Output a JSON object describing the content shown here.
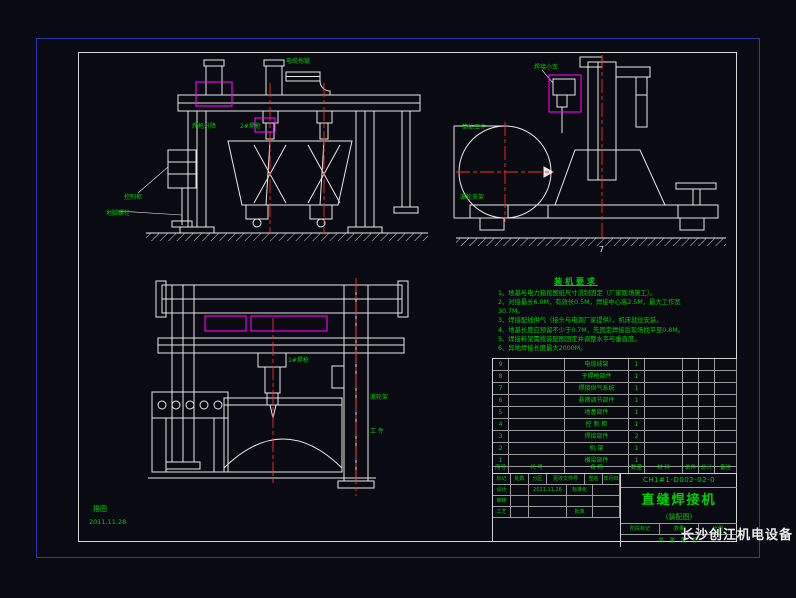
{
  "colors": {
    "background": "#0a0a12",
    "line_white": "#e8e8e8",
    "cad_green": "#00cf00",
    "center_red": "#ff2a2a",
    "highlight_magenta": "#ff00ff",
    "border_blue": "#3434b0"
  },
  "notes": {
    "title": "装机要求",
    "items": [
      "1、地基与电力箱按图纸尺寸浇制固定（厂家现场施工）。",
      "2、对接最长6.0M，有效长0.5M，焊接中心高2.5M，最大工作宽30.7M。",
      "3、焊接配线供气（接头与电源厂家提供），机床就位安装。",
      "4、地基长度应预留不少于0.7M，先固定焊接后现场找平至0.8M。",
      "5、焊接料架需按装配图固定并调整水平与垂直度。",
      "6、异地焊接长度最大2000M。"
    ]
  },
  "views": {
    "front": {
      "labels": {
        "l1": "焊枪升降",
        "l2": "2#焊枪",
        "l3": "电缆拖链",
        "l4": "控制柜",
        "l5": "地脚螺栓"
      }
    },
    "side": {
      "labels": {
        "l1": "焊接小车",
        "l2": "筒体工件",
        "l3": "滚轮支架"
      },
      "balloon": "7"
    },
    "end": {
      "labels": {
        "l1": "1#焊枪",
        "l2": "滚轮架",
        "l3": "工 件"
      }
    }
  },
  "parts_table": {
    "headers": [
      "序号",
      "代 号",
      "名 称",
      "数量",
      "材 料",
      "单件",
      "总计",
      "备注"
    ],
    "rows": [
      {
        "no": "9",
        "name": "电缆线架",
        "qty": "1"
      },
      {
        "no": "8",
        "name": "子焊枪部件",
        "qty": "1"
      },
      {
        "no": "7",
        "name": "焊接供气系统",
        "qty": "1"
      },
      {
        "no": "6",
        "name": "悬臂调节部件",
        "qty": "1"
      },
      {
        "no": "5",
        "name": "地基部件",
        "qty": "1"
      },
      {
        "no": "4",
        "name": "控 制 柜",
        "qty": "1"
      },
      {
        "no": "3",
        "name": "焊接部件",
        "qty": "2"
      },
      {
        "no": "2",
        "name": "机 架",
        "qty": "1"
      },
      {
        "no": "1",
        "name": "横梁部件",
        "qty": "1"
      }
    ]
  },
  "title_block": {
    "row1": [
      "标记",
      "处数",
      "分区",
      "更改文件号",
      "签名",
      "年月日"
    ],
    "design": "设计",
    "design_date": "2011.11.26",
    "standard": "标准化",
    "check": "审核",
    "process": "工艺",
    "approve": "批准",
    "stage": "阶段标记",
    "qty": "数量",
    "scale": "比例",
    "sheet_info": "共 张 第 张",
    "title": "直缝焊接机",
    "subtitle": "(装配图)",
    "drawing_no": "CH1#1-D002-02-0",
    "company": "长沙创江机电设备"
  },
  "stamp": {
    "sign_label": "描图",
    "date": "2011.11.28"
  }
}
